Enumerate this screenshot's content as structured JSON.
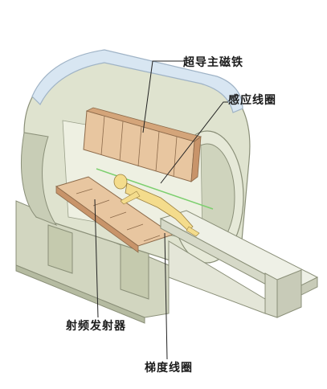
{
  "labels": {
    "magnet": "超导主磁铁",
    "rf_coil": "感应线圈",
    "rf_transmitter": "射频发射器",
    "gradient_coil": "梯度线圈"
  },
  "colors": {
    "housing": "#dfe3cf",
    "housing_dark": "#c8cdb6",
    "housing_shadow": "#b5bba1",
    "cryostat": "#d8e6f2",
    "cryostat_edge": "#9fb3c6",
    "coil_panel": "#e8c6a0",
    "coil_panel_dark": "#d4a57a",
    "panel_line": "#8c6a4a",
    "table": "#eef0e6",
    "patient": "#f4dc8c",
    "field_line": "#7ccf6e",
    "leader": "#222222"
  }
}
